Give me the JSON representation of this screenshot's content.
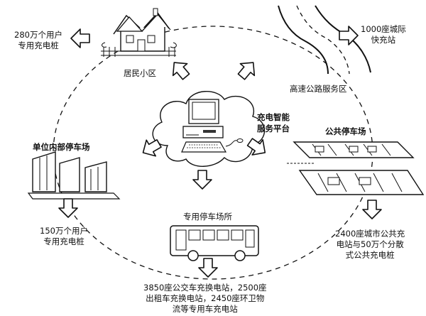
{
  "center": {
    "label_line1": "充电智能",
    "label_line2": "服务平台"
  },
  "nodes": {
    "residential": {
      "label": "居民小区",
      "result": "280万个用户\n专用充电桩"
    },
    "highway": {
      "label": "高速公路服务区",
      "result": "1000座城际\n快充站"
    },
    "public_parking": {
      "label": "公共停车场",
      "result": "2400座城市公共充\n电站与50万个分散\n式公共充电桩"
    },
    "special_parking": {
      "label": "专用停车场所",
      "result": "3850座公交车充换电站，2500座\n出租车充换电站，2450座环卫物\n流等专用车充电站"
    },
    "unit_parking": {
      "label": "单位内部停车场",
      "result": "150万个用户\n专用充电桩"
    }
  }
}
